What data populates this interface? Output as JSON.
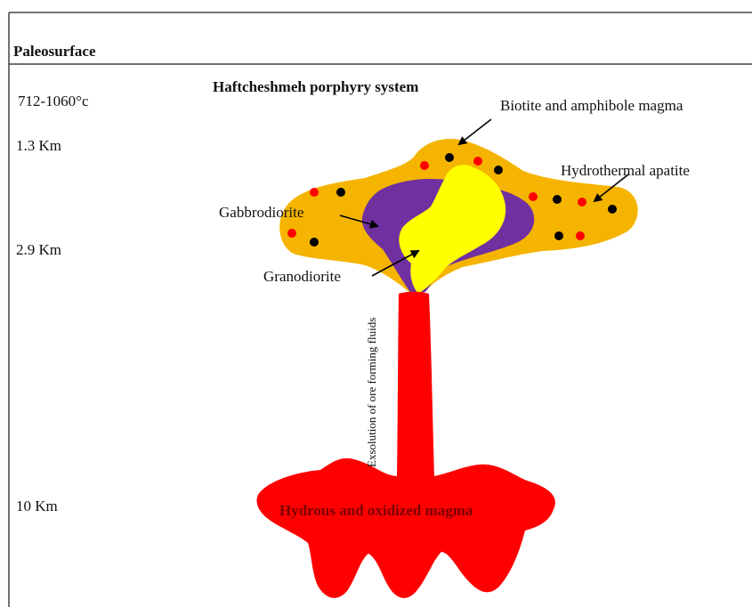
{
  "paleosurface": "Paleosurface",
  "title": "Haftcheshmeh porphyry system",
  "temperature": "712-1060°c",
  "depths": {
    "d1": "1.3 Km",
    "d2": "2.9 Km",
    "d3": "10 Km"
  },
  "labels": {
    "biotite": "Biotite and amphibole magma",
    "apatite": "Hydrothermal apatite",
    "gabbrodiorite": "Gabbrodiorite",
    "granodiorite": "Granodiorite",
    "exsolution": "Exsolution of ore forming fluids",
    "magma": "Hydrous and oxidized magma"
  },
  "colors": {
    "orange": "#f5b400",
    "purple": "#7030a0",
    "yellow": "#ffff00",
    "red": "#ff0000",
    "black": "#000000"
  }
}
